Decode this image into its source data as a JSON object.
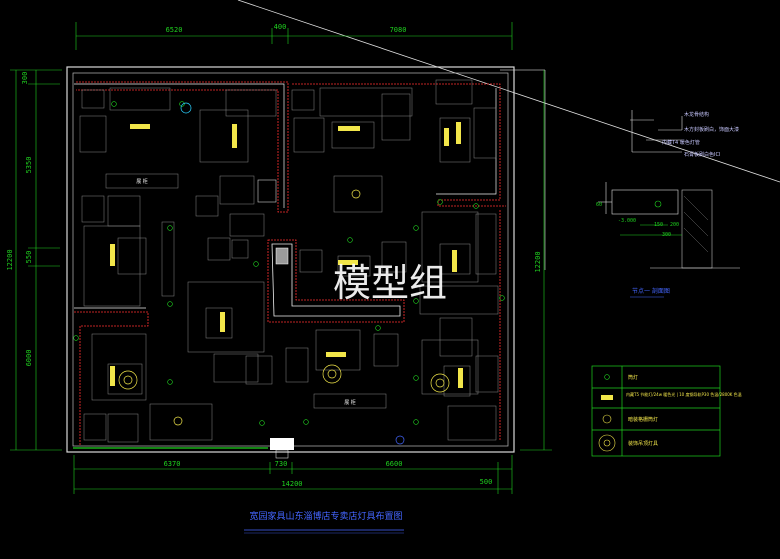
{
  "title": "宽园家具山东淄博店专卖店灯具布置图",
  "watermark": "模型组",
  "dims": {
    "top_left": "6520",
    "top_mid": "400",
    "top_right": "7080",
    "left_1": "300",
    "left_2": "5350",
    "left_3": "550",
    "left_4": "6000",
    "left_total": "12200",
    "right_total": "12200",
    "bottom_left": "6370",
    "bottom_mid": "730",
    "bottom_right": "6600",
    "bottom_total": "14200",
    "bottom_extra": "500"
  },
  "room_labels": {
    "a": "展 柜",
    "b": "展 柜"
  },
  "detail": {
    "title": "节点一 剖面图",
    "callouts": [
      "木龙骨结构",
      "木方封板刷白，饰面大漆",
      "内藏T4 暖色灯管",
      "石膏板刷白色ICI"
    ],
    "dims": [
      "60",
      "-3.000",
      "150",
      "200",
      "300"
    ]
  },
  "legend": {
    "rows": [
      {
        "icon": "ceiling-spotlight-icon",
        "text": "筒灯"
      },
      {
        "icon": "t5-tube-icon",
        "text": "内藏T5 节能灯/24w 暖色光 | 10 度钢导轨P30 色温/2800K 色温"
      },
      {
        "icon": "grille-light-icon",
        "text": "暗装格栅筒灯"
      },
      {
        "icon": "chandelier-icon",
        "text": "装饰吊顶灯具"
      }
    ]
  }
}
